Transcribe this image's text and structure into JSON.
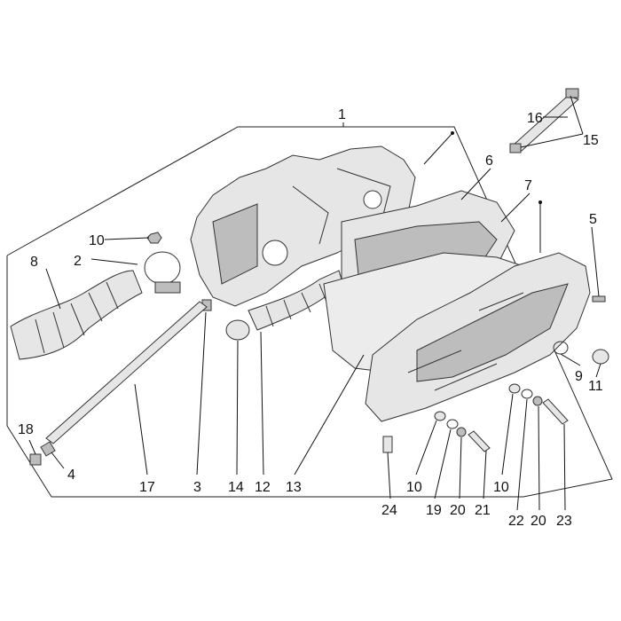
{
  "diagram": {
    "callouts": [
      {
        "id": "c1",
        "text": "1"
      },
      {
        "id": "c2",
        "text": "2"
      },
      {
        "id": "c3",
        "text": "3"
      },
      {
        "id": "c4",
        "text": "4"
      },
      {
        "id": "c5",
        "text": "5"
      },
      {
        "id": "c6",
        "text": "6"
      },
      {
        "id": "c7",
        "text": "7"
      },
      {
        "id": "c8",
        "text": "8"
      },
      {
        "id": "c9",
        "text": "9"
      },
      {
        "id": "c10a",
        "text": "10"
      },
      {
        "id": "c10b",
        "text": "10"
      },
      {
        "id": "c10c",
        "text": "10"
      },
      {
        "id": "c11",
        "text": "11"
      },
      {
        "id": "c12",
        "text": "12"
      },
      {
        "id": "c13",
        "text": "13"
      },
      {
        "id": "c14",
        "text": "14"
      },
      {
        "id": "c15",
        "text": "15"
      },
      {
        "id": "c16",
        "text": "16"
      },
      {
        "id": "c17",
        "text": "17"
      },
      {
        "id": "c18",
        "text": "18"
      },
      {
        "id": "c19",
        "text": "19"
      },
      {
        "id": "c20a",
        "text": "20"
      },
      {
        "id": "c20b",
        "text": "20"
      },
      {
        "id": "c21",
        "text": "21"
      },
      {
        "id": "c22",
        "text": "22"
      },
      {
        "id": "c23",
        "text": "23"
      },
      {
        "id": "c24",
        "text": "24"
      }
    ],
    "colors": {
      "ink": "#111111",
      "part_fill": "#e6e6e6",
      "part_shade": "#bdbdbd",
      "gasket_fill": "#ececec"
    }
  }
}
